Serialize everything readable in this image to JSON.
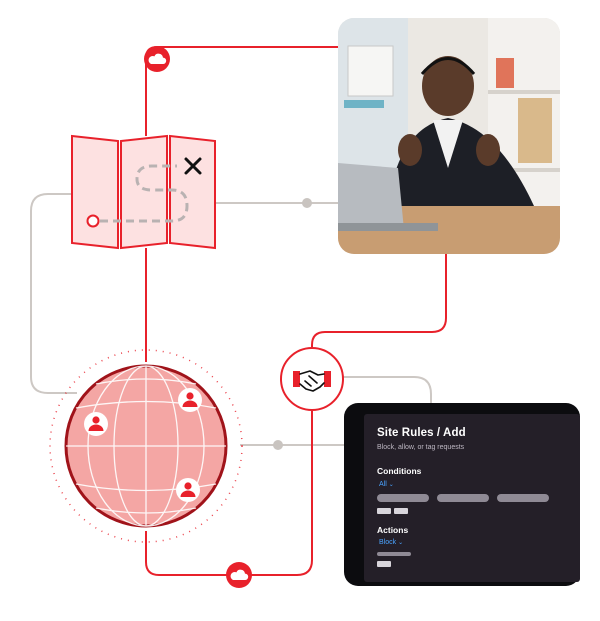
{
  "panel": {
    "title": "Site Rules / Add",
    "subtitle": "Block, allow, or tag requests",
    "conditions_label": "Conditions",
    "conditions_value": "All",
    "actions_label": "Actions",
    "actions_value": "Block"
  },
  "icons": {
    "cloud": "cloud-icon",
    "handshake": "handshake-icon",
    "person": "person-icon",
    "map": "map-route-icon",
    "globe": "globe-icon",
    "close": "close-x-icon"
  },
  "colors": {
    "accent": "#e8212b",
    "connector_gray": "#c9c4c0",
    "panel_bg": "#241f28",
    "link_blue": "#4aa3ff"
  }
}
